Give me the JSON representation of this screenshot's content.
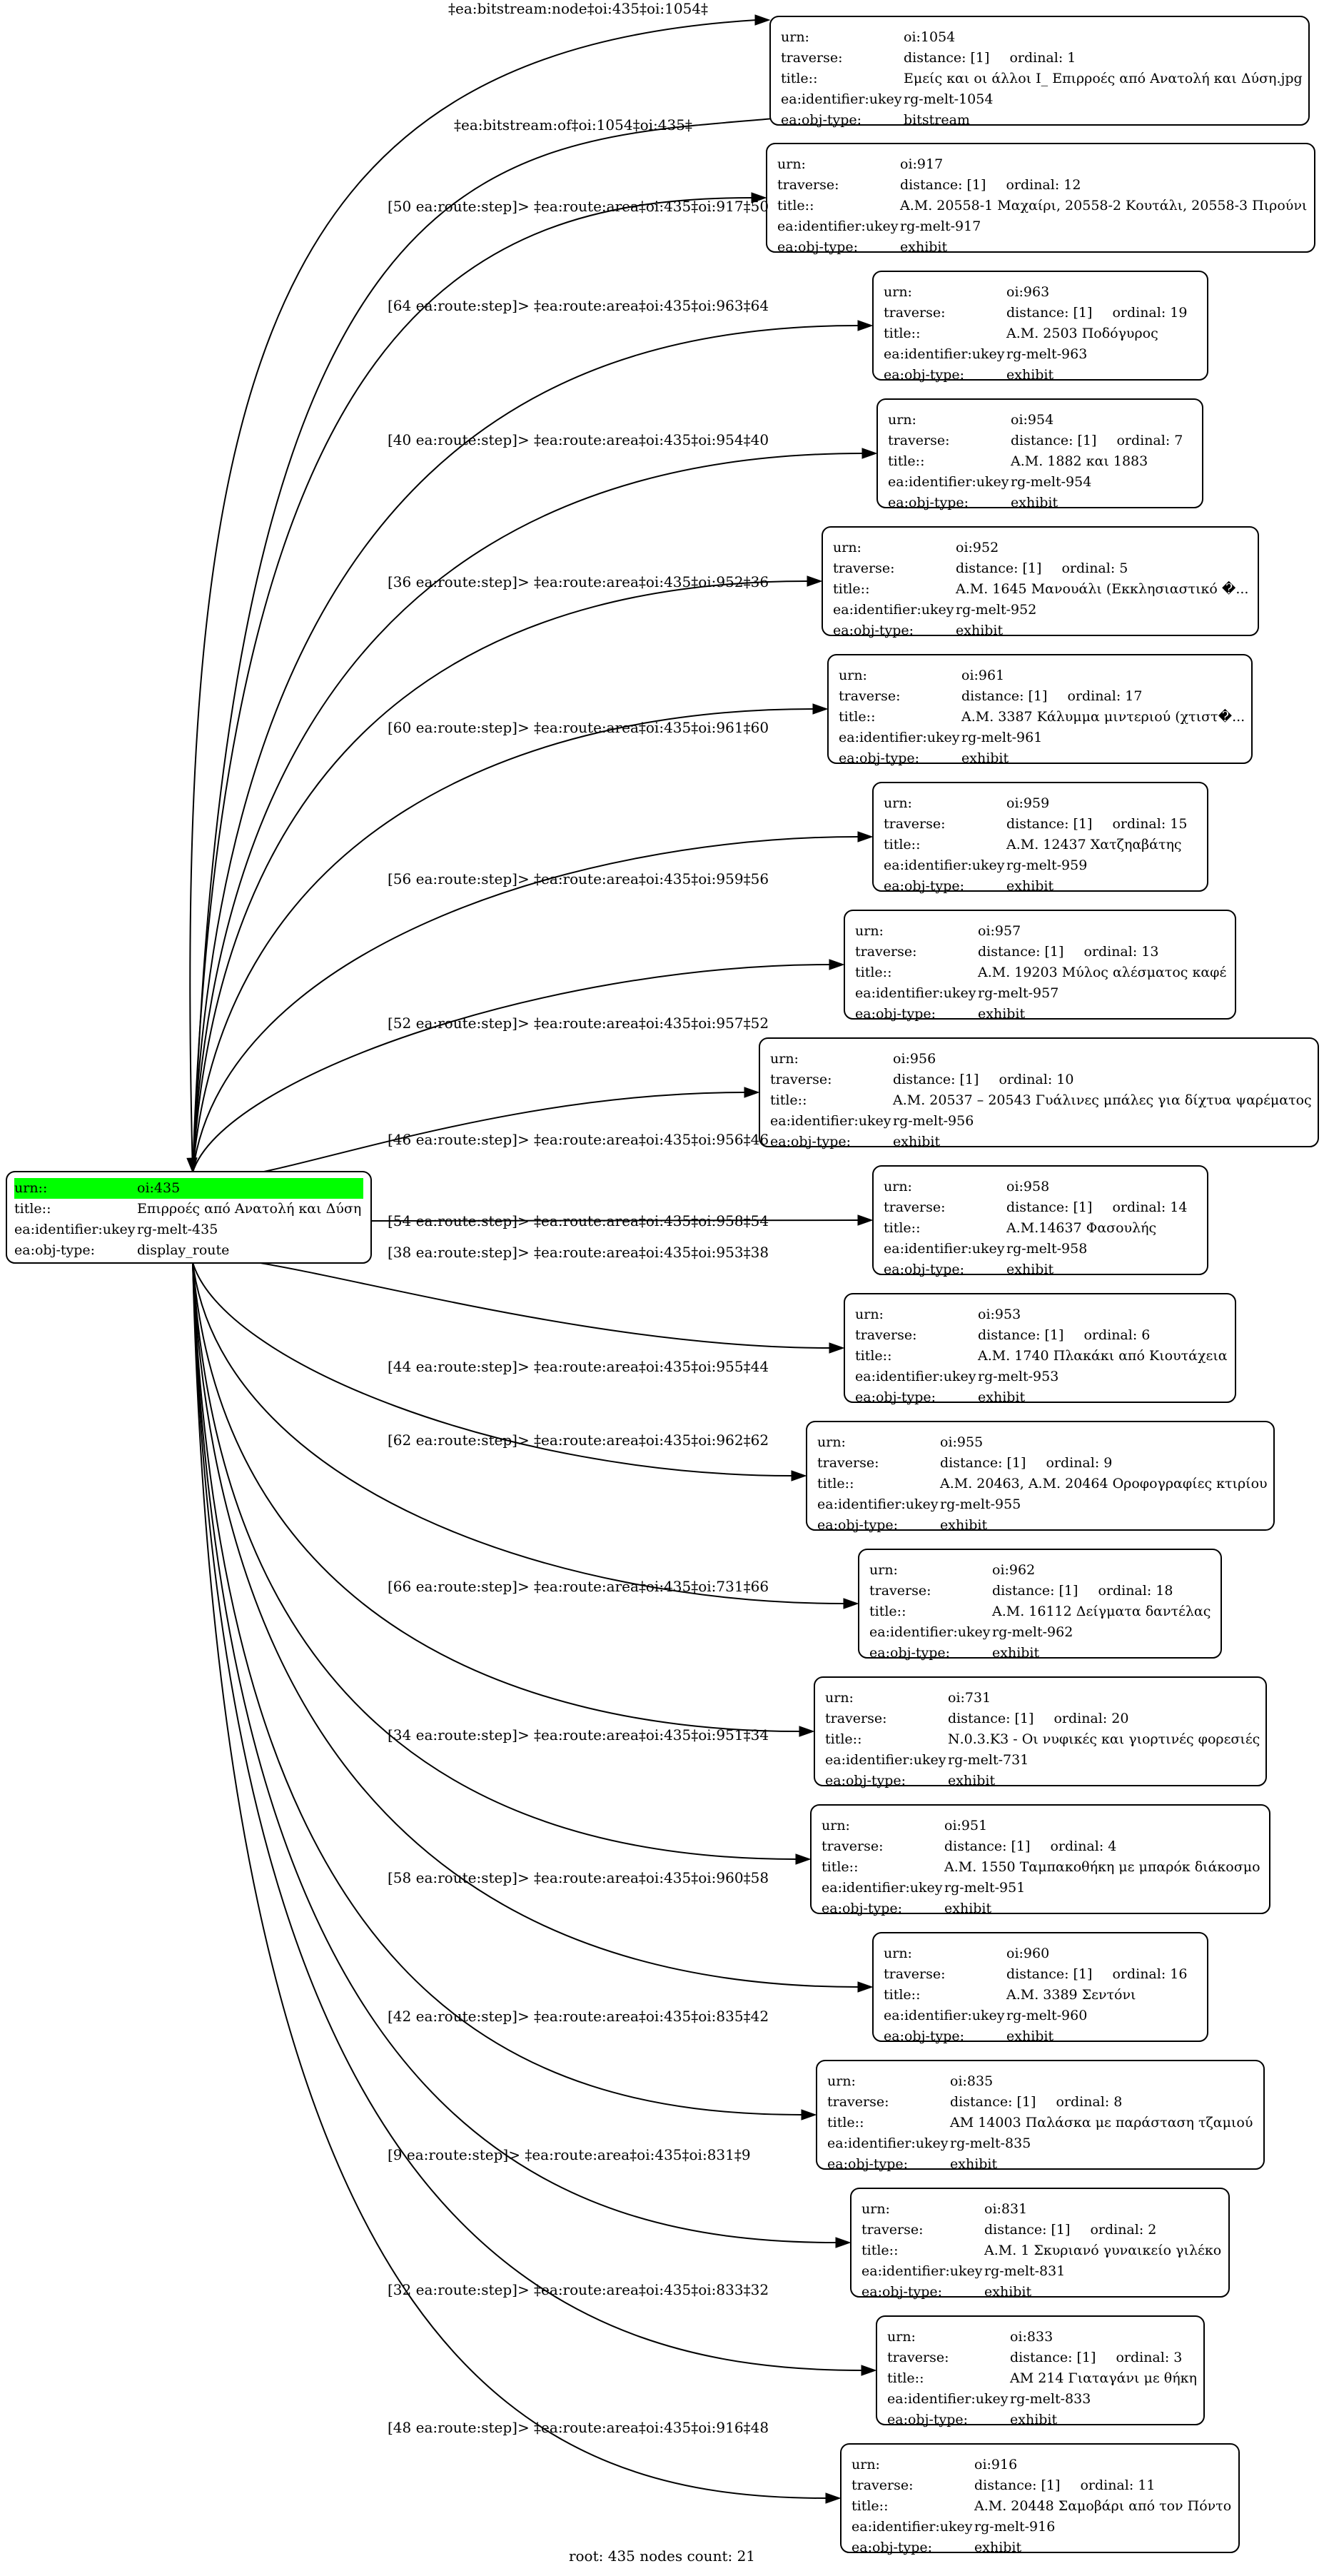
{
  "root": {
    "rows": [
      {
        "key": "urn::",
        "value": "oi:435"
      },
      {
        "key": "title::",
        "value": "Επιρροές από Ανατολή και Δύση"
      },
      {
        "key": "ea:identifier:ukey",
        "value": "rg-melt-435"
      },
      {
        "key": "ea:obj-type:",
        "value": "display_route"
      }
    ]
  },
  "keys": {
    "urn": "urn:",
    "traverse": "traverse:",
    "title": "title::",
    "ukey": "ea:identifier:ukey",
    "objtype": "ea:obj-type:"
  },
  "nodes": [
    {
      "urn": "oi:1054",
      "distance": "distance: [1]",
      "ordinal": "ordinal: 1",
      "title": "Εμείς και οι άλλοι Ι_ Επιρροές από Ανατολή και Δύση.jpg",
      "ukey": "rg-melt-1054",
      "objtype": "bitstream",
      "edge": "‡ea:bitstream:node‡oi:435‡oi:1054‡",
      "edge2": "‡ea:bitstream:of‡oi:1054‡oi:435‡"
    },
    {
      "urn": "oi:917",
      "distance": "distance: [1]",
      "ordinal": "ordinal: 12",
      "title": "Α.Μ. 20558-1 Μαχαίρι, 20558-2 Κουτάλι, 20558-3 Πιρούνι",
      "ukey": "rg-melt-917",
      "objtype": "exhibit",
      "edge": "[50 ea:route:step]> ‡ea:route:area‡oi:435‡oi:917‡50"
    },
    {
      "urn": "oi:963",
      "distance": "distance: [1]",
      "ordinal": "ordinal: 19",
      "title": "Α.Μ. 2503 Ποδόγυρος",
      "ukey": "rg-melt-963",
      "objtype": "exhibit",
      "edge": "[64 ea:route:step]> ‡ea:route:area‡oi:435‡oi:963‡64"
    },
    {
      "urn": "oi:954",
      "distance": "distance: [1]",
      "ordinal": "ordinal: 7",
      "title": "Α.Μ. 1882 και 1883",
      "ukey": "rg-melt-954",
      "objtype": "exhibit",
      "edge": "[40 ea:route:step]> ‡ea:route:area‡oi:435‡oi:954‡40"
    },
    {
      "urn": "oi:952",
      "distance": "distance: [1]",
      "ordinal": "ordinal: 5",
      "title": "Α.Μ. 1645 Μανουάλι (Εκκλησιαστικό �...",
      "ukey": "rg-melt-952",
      "objtype": "exhibit",
      "edge": "[36 ea:route:step]> ‡ea:route:area‡oi:435‡oi:952‡36"
    },
    {
      "urn": "oi:961",
      "distance": "distance: [1]",
      "ordinal": "ordinal: 17",
      "title": "Α.Μ. 3387 Κάλυμμα μιντεριού (χτιστ�...",
      "ukey": "rg-melt-961",
      "objtype": "exhibit",
      "edge": "[60 ea:route:step]> ‡ea:route:area‡oi:435‡oi:961‡60"
    },
    {
      "urn": "oi:959",
      "distance": "distance: [1]",
      "ordinal": "ordinal: 15",
      "title": "Α.Μ. 12437 Χατζηαβάτης",
      "ukey": "rg-melt-959",
      "objtype": "exhibit",
      "edge": "[56 ea:route:step]> ‡ea:route:area‡oi:435‡oi:959‡56"
    },
    {
      "urn": "oi:957",
      "distance": "distance: [1]",
      "ordinal": "ordinal: 13",
      "title": "Α.Μ. 19203 Μύλος αλέσματος καφέ",
      "ukey": "rg-melt-957",
      "objtype": "exhibit",
      "edge": "[52 ea:route:step]> ‡ea:route:area‡oi:435‡oi:957‡52"
    },
    {
      "urn": "oi:956",
      "distance": "distance: [1]",
      "ordinal": "ordinal: 10",
      "title": "Α.Μ. 20537 – 20543 Γυάλινες μπάλες για δίχτυα ψαρέματος",
      "ukey": "rg-melt-956",
      "objtype": "exhibit",
      "edge": "[46 ea:route:step]> ‡ea:route:area‡oi:435‡oi:956‡46"
    },
    {
      "urn": "oi:958",
      "distance": "distance: [1]",
      "ordinal": "ordinal: 14",
      "title": "Α.Μ.14637 Φασουλής",
      "ukey": "rg-melt-958",
      "objtype": "exhibit",
      "edge": "[54 ea:route:step]> ‡ea:route:area‡oi:435‡oi:958‡54"
    },
    {
      "urn": "oi:953",
      "distance": "distance: [1]",
      "ordinal": "ordinal: 6",
      "title": "Α.Μ. 1740 Πλακάκι από Κιουτάχεια",
      "ukey": "rg-melt-953",
      "objtype": "exhibit",
      "edge": "[38 ea:route:step]> ‡ea:route:area‡oi:435‡oi:953‡38"
    },
    {
      "urn": "oi:955",
      "distance": "distance: [1]",
      "ordinal": "ordinal: 9",
      "title": "Α.Μ. 20463, Α.Μ. 20464 Οροφογραφίες κτιρίου",
      "ukey": "rg-melt-955",
      "objtype": "exhibit",
      "edge": "[44 ea:route:step]> ‡ea:route:area‡oi:435‡oi:955‡44"
    },
    {
      "urn": "oi:962",
      "distance": "distance: [1]",
      "ordinal": "ordinal: 18",
      "title": "Α.Μ. 16112 Δείγματα δαντέλας",
      "ukey": "rg-melt-962",
      "objtype": "exhibit",
      "edge": "[62 ea:route:step]> ‡ea:route:area‡oi:435‡oi:962‡62"
    },
    {
      "urn": "oi:731",
      "distance": "distance: [1]",
      "ordinal": "ordinal: 20",
      "title": "Ν.0.3.Κ3 - Οι νυφικές και γιορτινές φορεσιές",
      "ukey": "rg-melt-731",
      "objtype": "exhibit",
      "edge": "[66 ea:route:step]> ‡ea:route:area‡oi:435‡oi:731‡66"
    },
    {
      "urn": "oi:951",
      "distance": "distance: [1]",
      "ordinal": "ordinal: 4",
      "title": "Α.Μ. 1550 Ταμπακοθήκη με μπαρόκ διάκοσμο",
      "ukey": "rg-melt-951",
      "objtype": "exhibit",
      "edge": "[34 ea:route:step]> ‡ea:route:area‡oi:435‡oi:951‡34"
    },
    {
      "urn": "oi:960",
      "distance": "distance: [1]",
      "ordinal": "ordinal: 16",
      "title": "Α.Μ. 3389 Σεντόνι",
      "ukey": "rg-melt-960",
      "objtype": "exhibit",
      "edge": "[58 ea:route:step]> ‡ea:route:area‡oi:435‡oi:960‡58"
    },
    {
      "urn": "oi:835",
      "distance": "distance: [1]",
      "ordinal": "ordinal: 8",
      "title": "ΑΜ 14003 Παλάσκα με παράσταση τζαμιού",
      "ukey": "rg-melt-835",
      "objtype": "exhibit",
      "edge": "[42 ea:route:step]> ‡ea:route:area‡oi:435‡oi:835‡42"
    },
    {
      "urn": "oi:831",
      "distance": "distance: [1]",
      "ordinal": "ordinal: 2",
      "title": "Α.Μ. 1 Σκυριανό γυναικείο γιλέκο",
      "ukey": "rg-melt-831",
      "objtype": "exhibit",
      "edge": "[9 ea:route:step]> ‡ea:route:area‡oi:435‡oi:831‡9"
    },
    {
      "urn": "oi:833",
      "distance": "distance: [1]",
      "ordinal": "ordinal: 3",
      "title": "ΑΜ 214 Γιαταγάνι με θήκη",
      "ukey": "rg-melt-833",
      "objtype": "exhibit",
      "edge": "[32 ea:route:step]> ‡ea:route:area‡oi:435‡oi:833‡32"
    },
    {
      "urn": "oi:916",
      "distance": "distance: [1]",
      "ordinal": "ordinal: 11",
      "title": "Α.Μ. 20448 Σαμοβάρι από τον Πόντο",
      "ukey": "rg-melt-916",
      "objtype": "exhibit",
      "edge": "[48 ea:route:step]> ‡ea:route:area‡oi:435‡oi:916‡48"
    }
  ],
  "footer": "root: 435 nodes count: 21"
}
